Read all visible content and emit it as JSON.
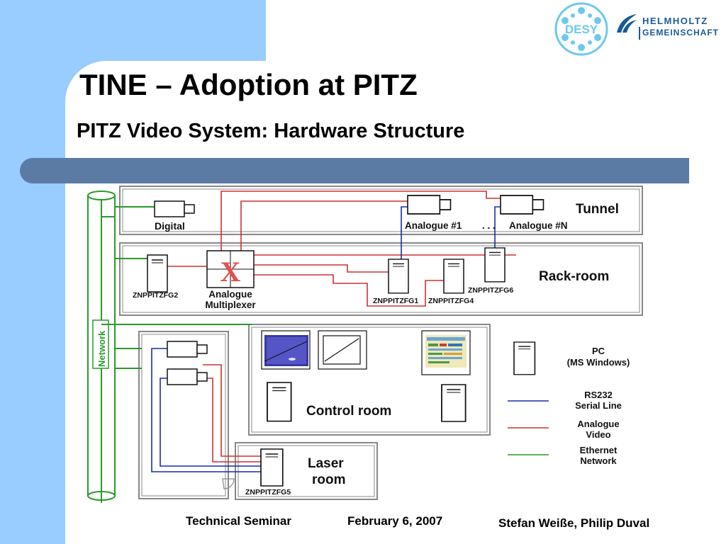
{
  "slide": {
    "title": "TINE – Adoption at PITZ",
    "subtitle": "PITZ Video System: Hardware Structure"
  },
  "logos": {
    "desy": "DESY",
    "helmholtz_line1": "HELMHOLTZ",
    "helmholtz_line2": "GEMEINSCHAFT"
  },
  "diagram": {
    "network_label": "Network",
    "tunnel": {
      "label": "Tunnel",
      "cameras": [
        "Digital",
        "Analogue #1",
        ". . .",
        "Analogue #N"
      ]
    },
    "rack_room": {
      "label": "Rack-room",
      "multiplexer_label_1": "Analogue",
      "multiplexer_label_2": "Multiplexer",
      "multiplexer_mark": "X",
      "pcs": [
        "ZNPPITZFG2",
        "ZNPPITZFG1",
        "ZNPPITZFG4",
        "ZNPPITZFG6"
      ]
    },
    "control_room": {
      "label": "Control room"
    },
    "laser_room": {
      "label_1": "Laser",
      "label_2": "room",
      "pc": "ZNPPITZFG5"
    },
    "legend": {
      "pc_line_1": "PC",
      "pc_line_2": "(MS Windows)",
      "rs232_line_1": "RS232",
      "rs232_line_2": "Serial Line",
      "analogue_line_1": "Analogue",
      "analogue_line_2": "Video",
      "ethernet_line_1": "Ethernet",
      "ethernet_line_2": "Network",
      "colors": {
        "rs232": "#1a2aa8",
        "analogue": "#d03030",
        "ethernet": "#2a9a2a"
      }
    }
  },
  "footer": {
    "event": "Technical Seminar",
    "date": "February 6, 2007",
    "authors": "Stefan Weiße, Philip Duval"
  }
}
